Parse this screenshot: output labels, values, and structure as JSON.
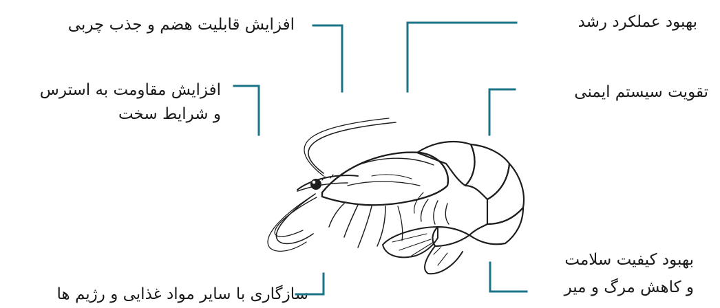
{
  "labels": {
    "digestion": "افزایش قابلیت هضم و جذب چربی",
    "growth": "بهبود عملکرد رشد",
    "stress_line1": "افزایش مقاومت به استرس",
    "stress_line2": "و شرایط سخت",
    "immunity": "تقویت سیستم ایمنی",
    "health_line1": "بهبود کیفیت سلامت",
    "health_line2": "و کاهش مرگ و میر",
    "compatibility": "سازگاری با سایر مواد غذایی و رژیم ها"
  },
  "colors": {
    "connector": "#1b7387",
    "text": "#1a1a1a",
    "drawing": "#1e1e1e"
  },
  "illustration": "shrimp"
}
